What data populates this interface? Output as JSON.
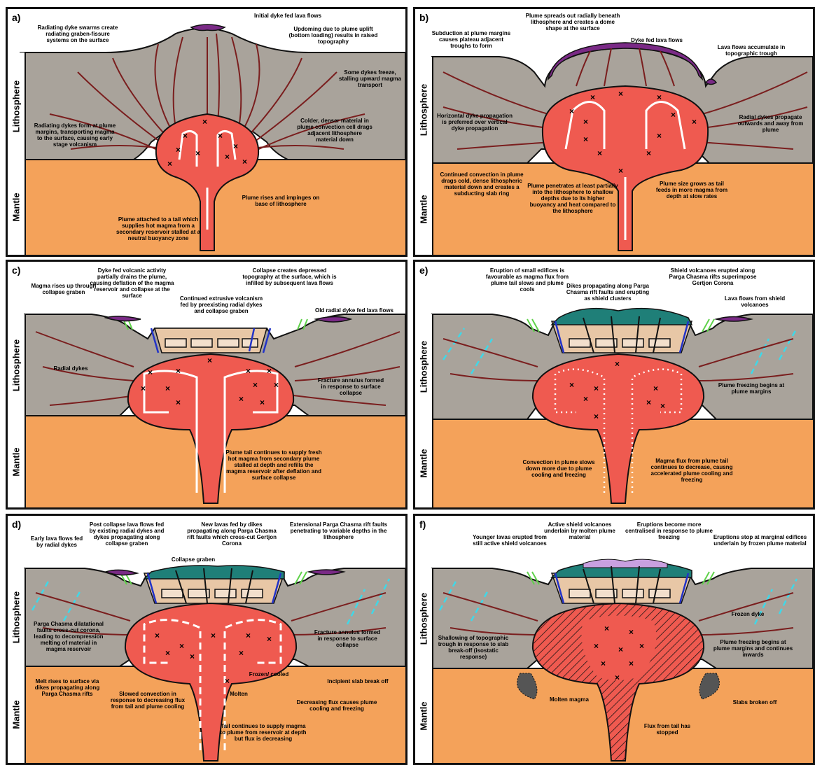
{
  "colors": {
    "lithosphere": "#a9a39b",
    "mantle": "#f4a25a",
    "plume": "#ef5a50",
    "dyke": "#7a1e1e",
    "lava": "#7a2a86",
    "shield": "#1f7f78",
    "fault": "#2233c8",
    "green_dyke": "#5fd24a",
    "cyan_dyke": "#3fd8e8"
  },
  "layers": {
    "lithosphere": "Lithosphere",
    "mantle": "Mantle"
  },
  "panels": {
    "a": {
      "label": "a)",
      "annotations": [
        "Initial dyke fed lava flows",
        "Radiating dyke swarms create radiating graben-fissure systems on the surface",
        "Updoming due to plume uplift (bottom loading) results in raised topography",
        "Some dykes freeze, stalling upward magma transport",
        "Radiating dykes form at plume margins, transporting magma to the surface, causing early stage volcanism",
        "Colder, denser material in plume convection cell drags adjacent lithosphere material down",
        "Plume rises and impinges on base of lithosphere",
        "Plume attached to a tail which supplies hot magma from a secondary reservoir stalled at a neutral buoyancy zone"
      ]
    },
    "b": {
      "label": "b)",
      "annotations": [
        "Plume spreads out radially beneath lithosphere and creates a dome shape at the surface",
        "Subduction at plume margins causes plateau adjacent troughs to form",
        "Dyke fed lava flows",
        "Lava flows accumulate in topographic trough",
        "Horizontal dyke propagation is preferred over vertical dyke propagation",
        "Radial dykes propagate outwards and away from plume",
        "Continued convection in plume drags cold, dense lithospheric material down and creates a subducting slab ring",
        "Plume penetrates at least partially into the lithosphere to shallow depths due to its higher buoyancy and heat compared to the lithosphere",
        "Plume size grows as tail feeds in more magma from depth at slow rates"
      ]
    },
    "c": {
      "label": "c)",
      "annotations": [
        "Dyke fed volcanic activity partially drains the plume, causing deflation of the magma reservoir and collapse at the surface",
        "Collapse creates depressed topography at the surface, which is infilled by subsequent lava flows",
        "Magma rises up through collapse graben",
        "Continued extrusive volcanism fed by preexisting radial dykes and collapse graben",
        "Old radial dyke fed lava flows",
        "Radial dykes",
        "Fracture annulus formed in response to surface collapse",
        "Plume tail continues to supply fresh hot magma from secondary plume stalled at depth and refills the magma reservoir after deflation and surface collapse"
      ]
    },
    "d": {
      "label": "d)",
      "annotations": [
        "Early lava flows fed by radial dykes",
        "Post collapse lava flows fed by existing radial dykes and dykes propagating along collapse graben",
        "New lavas fed by dikes propagating along Parga Chasma rift faults which cross-cut Gertjon Corona",
        "Extensional Parga Chasma rift faults penetrating to variable depths in the lithosphere",
        "Collapse graben",
        "Parga Chasma dilatational faults cross-cut corona, leading to decompression melting of material in magma reservoir",
        "Fracture annulus formed in response to surface collapse",
        "Frozen/ cooled",
        "Incipient slab break off",
        "Melt rises to surface via dikes propagating along Parga Chasma rifts",
        "Slowed convection in response to decreasing flux from tail and plume cooling",
        "Molten",
        "Decreasing flux causes plume cooling and freezing",
        "Tail continues to supply magma to plume from reservoir at depth but flux is decreasing"
      ]
    },
    "e": {
      "label": "e)",
      "annotations": [
        "Eruption of small edifices is favourable as magma flux from plume tail slows and plume cools",
        "Dikes propagating along Parga Chasma rift faults and erupting as shield clusters",
        "Shield volcanoes erupted along Parga Chasma rifts superimpose Gertjon Corona",
        "Lava flows from shield volcanoes",
        "Plume freezing begins at plume margins",
        "Convection in plume slows down more due to plume cooling and freezing",
        "Magma flux from plume tail continues to decrease, causng accelerated plume cooling and freezing"
      ]
    },
    "f": {
      "label": "f)",
      "annotations": [
        "Active shield volcanoes underlain by molten plume material",
        "Eruptions become more centralised in response to plume freezing",
        "Younger lavas erupted from still active shield volcanoes",
        "Eruptions stop at marginal edifices underlain by frozen plume material",
        "Frozen dyke",
        "Shallowing of topographic trough in response to slab break-off (isostatic response)",
        "Plume freezing begins at plume margins and continues inwards",
        "Molten magma",
        "Slabs broken off",
        "Flux from tail has stopped"
      ]
    }
  }
}
